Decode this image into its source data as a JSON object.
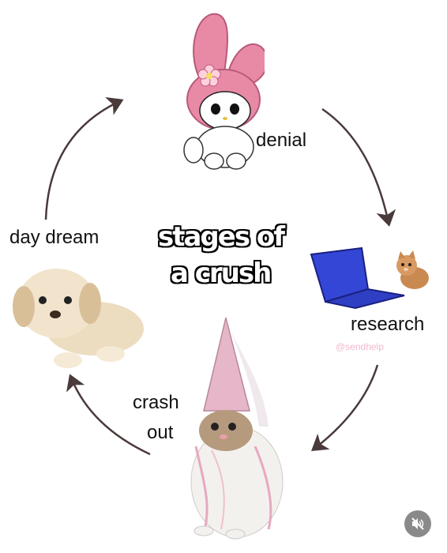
{
  "title": {
    "line1": "stages of",
    "line2": "a crush"
  },
  "stages": {
    "denial": "denial",
    "research": "research",
    "crash_out_line1": "crash",
    "crash_out_line2": "out",
    "day_dream": "day dream"
  },
  "watermark": "@sendhelp",
  "controls": {
    "mute_icon": "speaker-muted-icon"
  },
  "colors": {
    "arrow": "#4a3a3a",
    "bunny_pink": "#e88aa6",
    "laptop_blue": "#3446d6",
    "watermark": "#f2b7cf",
    "button_gray": "#8a8a8a"
  }
}
